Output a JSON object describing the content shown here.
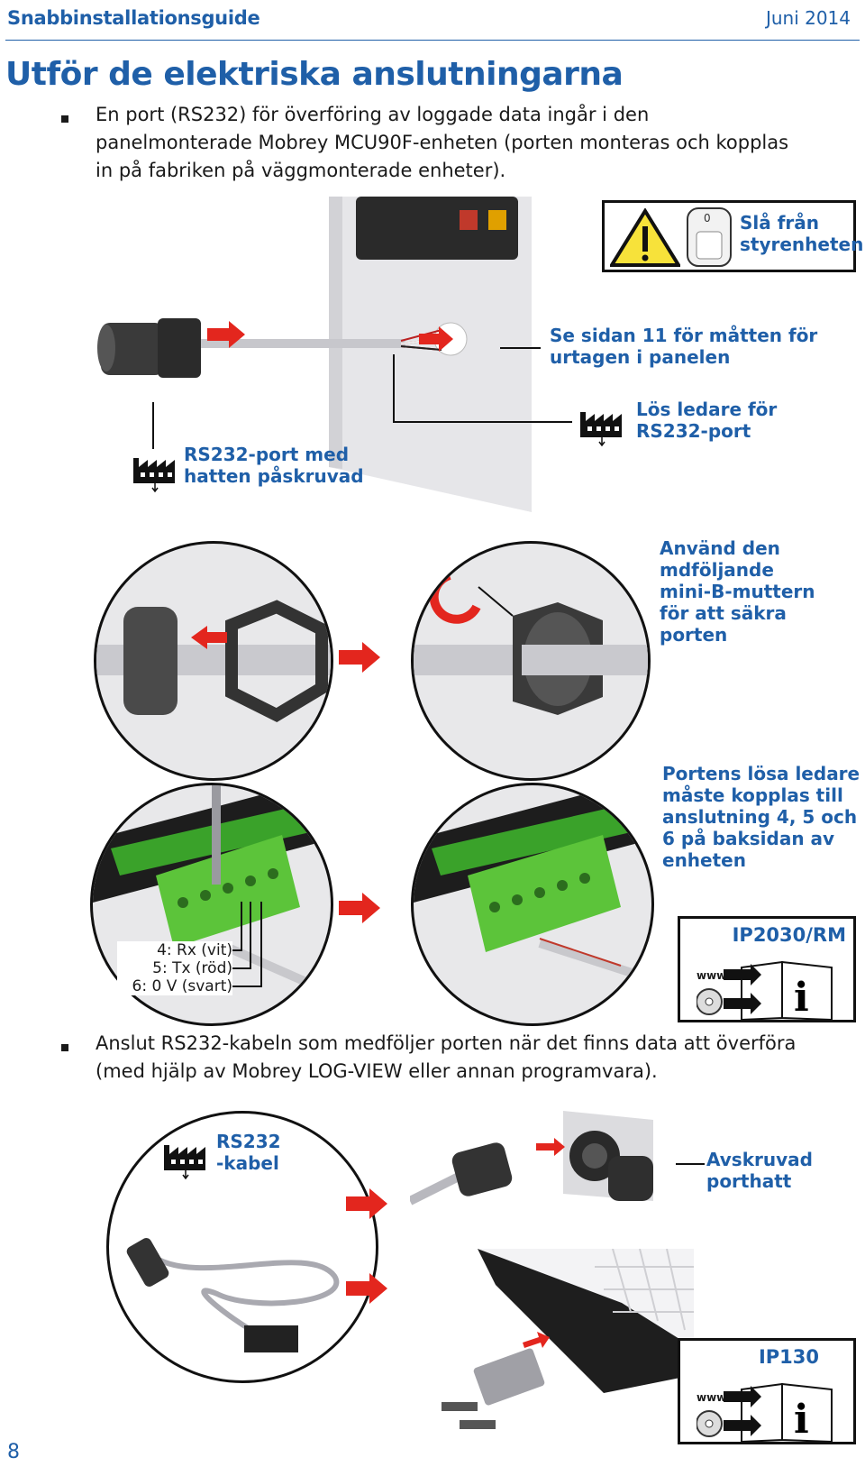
{
  "header": {
    "left_title": "Snabbinstallationsguide",
    "date": "Juni 2014"
  },
  "page_title": "Utför de elektriska anslutningarna",
  "bullets": [
    "En port (RS232) för överföring av loggade data ingår i den panelmonterade Mobrey MCU90F-enheten (porten monteras och kopplas in på fabriken på väggmonterade enheter).",
    "Anslut RS232-kabeln som medföljer porten när det finns data att överföra (med hjälp av Mobrey LOG-VIEW eller annan programvara)."
  ],
  "warning": {
    "line1": "Slå från",
    "line2": "styrenheten",
    "switch_label": "0"
  },
  "callouts": {
    "cutout": [
      "Se sidan 11 för måtten för",
      "urtagen i panelen"
    ],
    "loose_wires": [
      "Lös ledare för",
      "RS232-port"
    ],
    "port_cap": [
      "RS232-port med",
      "hatten påskruvad"
    ],
    "nut": [
      "Använd den",
      "mdföljande",
      "mini-B-muttern",
      "för att säkra",
      "porten"
    ],
    "terminals": [
      "Portens lösa ledare",
      "måste kopplas till",
      "anslutning 4, 5 och",
      "6 på baksidan av",
      "enheten"
    ],
    "cable": [
      "RS232",
      "-kabel"
    ],
    "unscrewed": [
      "Avskruvad",
      "porthatt"
    ]
  },
  "wire_labels": [
    "4: Rx (vit)",
    "5: Tx (röd)",
    "6: 0 V (svart)"
  ],
  "manual_boxes": [
    {
      "label": "IP2030/RM",
      "www": "www"
    },
    {
      "label": "IP130",
      "www": "www"
    }
  ],
  "page_number": "8",
  "colors": {
    "accent": "#1f5fa8",
    "arrow": "#e3261e",
    "terminal_green": "#5cc43a",
    "warning_yellow": "#f7e23a"
  },
  "icons": [
    "factory-icon",
    "warning-triangle-icon",
    "power-switch-icon",
    "manual-book-icon",
    "cd-icon",
    "info-icon",
    "red-arrow-icon"
  ]
}
